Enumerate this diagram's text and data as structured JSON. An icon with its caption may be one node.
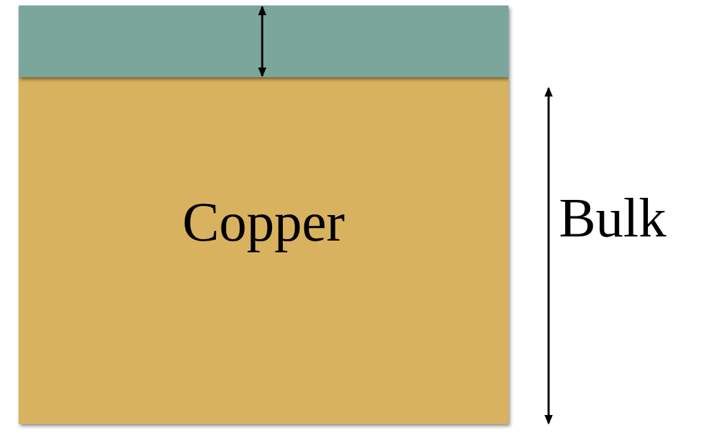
{
  "diagram": {
    "nodes": [
      {
        "text": [],
        "shape": "box"
      },
      {
        "text": [
          "Copper"
        ]
      }
    ],
    "labels": [
      "Bulk"
    ]
  }
}
